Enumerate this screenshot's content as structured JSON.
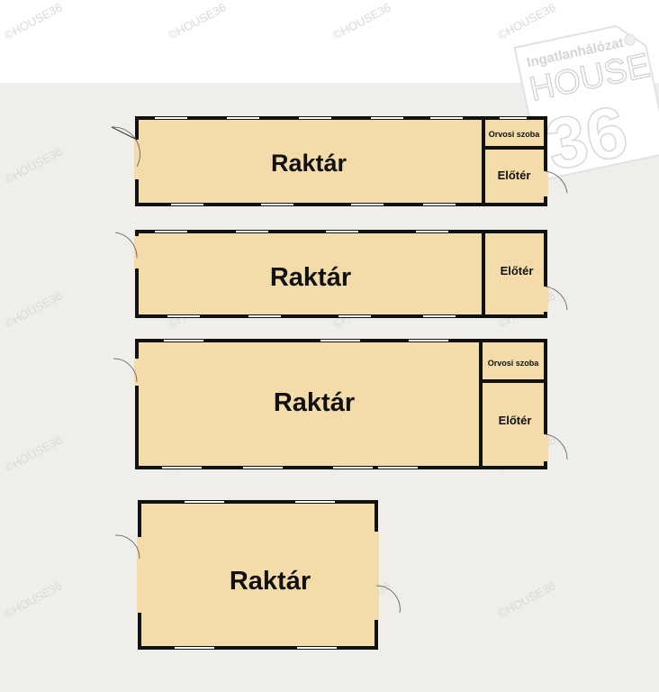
{
  "watermark": {
    "text": "©HOUSE36",
    "brand_top": "Ingatlanhálózat",
    "brand_main": "HOUSE",
    "brand_number": "36"
  },
  "colors": {
    "page_top": "#ffffff",
    "page_bottom": "#efeeea",
    "room_fill": "#f3dcaa",
    "wall": "#111111",
    "window": "#ffffff",
    "logo": "#ffffff"
  },
  "plans": [
    {
      "rooms": {
        "main": "Raktár",
        "office": "Orvosi szoba",
        "lobby": "Előtér"
      }
    },
    {
      "rooms": {
        "main": "Raktár",
        "lobby": "Előtér"
      }
    },
    {
      "rooms": {
        "main": "Raktár",
        "office": "Orvosi szoba",
        "lobby": "Előtér"
      }
    },
    {
      "rooms": {
        "main": "Raktár"
      }
    }
  ]
}
